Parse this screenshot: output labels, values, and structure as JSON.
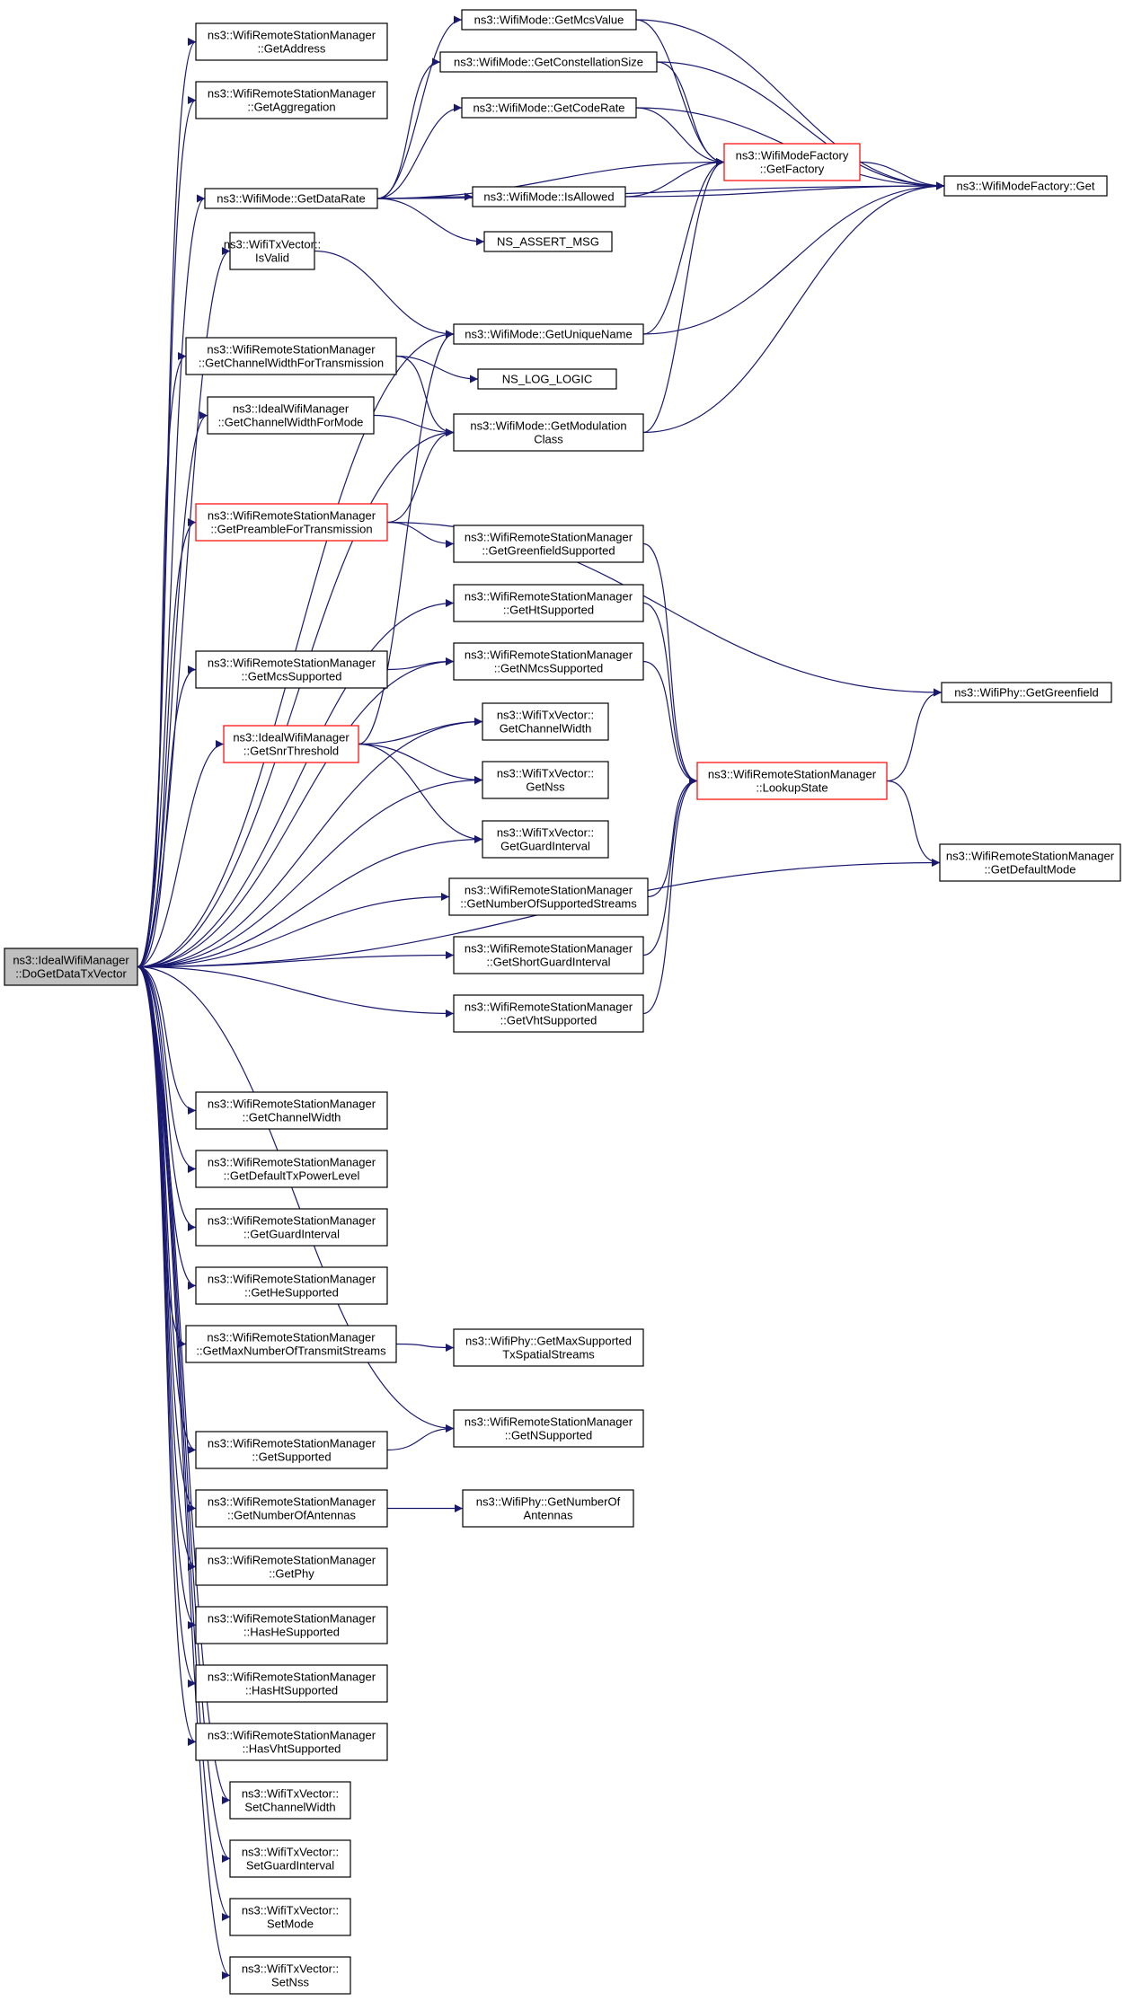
{
  "diagram": {
    "type": "call-graph",
    "colors": {
      "edge": "#191970",
      "box_border": "#000000",
      "box_border_highlight": "#ff0000",
      "root_fill": "#bfbfbf",
      "box_fill": "#ffffff"
    },
    "nodes": [
      {
        "id": "root",
        "lines": [
          "ns3::IdealWifiManager",
          "::DoGetDataTxVector"
        ],
        "style": "root"
      },
      {
        "id": "getaddress",
        "lines": [
          "ns3::WifiRemoteStationManager",
          "::GetAddress"
        ]
      },
      {
        "id": "getaggregation",
        "lines": [
          "ns3::WifiRemoteStationManager",
          "::GetAggregation"
        ]
      },
      {
        "id": "getdatarate",
        "lines": [
          "ns3::WifiMode::GetDataRate"
        ]
      },
      {
        "id": "isvalid",
        "lines": [
          "ns3::WifiTxVector::",
          "IsValid"
        ]
      },
      {
        "id": "getcwft",
        "lines": [
          "ns3::WifiRemoteStationManager",
          "::GetChannelWidthForTransmission"
        ]
      },
      {
        "id": "idealgetcwfm",
        "lines": [
          "ns3::IdealWifiManager",
          "::GetChannelWidthForMode"
        ]
      },
      {
        "id": "getpft",
        "lines": [
          "ns3::WifiRemoteStationManager",
          "::GetPreambleForTransmission"
        ],
        "style": "highlight"
      },
      {
        "id": "getmcssupported",
        "lines": [
          "ns3::WifiRemoteStationManager",
          "::GetMcsSupported"
        ]
      },
      {
        "id": "getsnrthreshold",
        "lines": [
          "ns3::IdealWifiManager",
          "::GetSnrThreshold"
        ],
        "style": "highlight"
      },
      {
        "id": "getmcsvalue",
        "lines": [
          "ns3::WifiMode::GetMcsValue"
        ]
      },
      {
        "id": "getconstsize",
        "lines": [
          "ns3::WifiMode::GetConstellationSize"
        ]
      },
      {
        "id": "getcoderate",
        "lines": [
          "ns3::WifiMode::GetCodeRate"
        ]
      },
      {
        "id": "isallowed",
        "lines": [
          "ns3::WifiMode::IsAllowed"
        ]
      },
      {
        "id": "nsassert",
        "lines": [
          "NS_ASSERT_MSG"
        ]
      },
      {
        "id": "getuniquename",
        "lines": [
          "ns3::WifiMode::GetUniqueName"
        ]
      },
      {
        "id": "nsloglogic",
        "lines": [
          "NS_LOG_LOGIC"
        ]
      },
      {
        "id": "getmodclass",
        "lines": [
          "ns3::WifiMode::GetModulation",
          "Class"
        ]
      },
      {
        "id": "getgfsupported",
        "lines": [
          "ns3::WifiRemoteStationManager",
          "::GetGreenfieldSupported"
        ]
      },
      {
        "id": "gethtsupported",
        "lines": [
          "ns3::WifiRemoteStationManager",
          "::GetHtSupported"
        ]
      },
      {
        "id": "getnmcssupported",
        "lines": [
          "ns3::WifiRemoteStationManager",
          "::GetNMcsSupported"
        ]
      },
      {
        "id": "txgetcw",
        "lines": [
          "ns3::WifiTxVector::",
          "GetChannelWidth"
        ]
      },
      {
        "id": "txgetnss",
        "lines": [
          "ns3::WifiTxVector::",
          "GetNss"
        ]
      },
      {
        "id": "txgetgi",
        "lines": [
          "ns3::WifiTxVector::",
          "GetGuardInterval"
        ]
      },
      {
        "id": "getnumss",
        "lines": [
          "ns3::WifiRemoteStationManager",
          "::GetNumberOfSupportedStreams"
        ]
      },
      {
        "id": "getsgi",
        "lines": [
          "ns3::WifiRemoteStationManager",
          "::GetShortGuardInterval"
        ]
      },
      {
        "id": "getvhtsupported",
        "lines": [
          "ns3::WifiRemoteStationManager",
          "::GetVhtSupported"
        ]
      },
      {
        "id": "getfactory",
        "lines": [
          "ns3::WifiModeFactory",
          "::GetFactory"
        ],
        "style": "highlight"
      },
      {
        "id": "factoryget",
        "lines": [
          "ns3::WifiModeFactory::Get"
        ]
      },
      {
        "id": "lookupstate",
        "lines": [
          "ns3::WifiRemoteStationManager",
          "::LookupState"
        ],
        "style": "highlight"
      },
      {
        "id": "phygreenfield",
        "lines": [
          "ns3::WifiPhy::GetGreenfield"
        ]
      },
      {
        "id": "getdefaultmode",
        "lines": [
          "ns3::WifiRemoteStationManager",
          "::GetDefaultMode"
        ]
      },
      {
        "id": "getcw",
        "lines": [
          "ns3::WifiRemoteStationManager",
          "::GetChannelWidth"
        ]
      },
      {
        "id": "getdeftxpl",
        "lines": [
          "ns3::WifiRemoteStationManager",
          "::GetDefaultTxPowerLevel"
        ]
      },
      {
        "id": "getgi",
        "lines": [
          "ns3::WifiRemoteStationManager",
          "::GetGuardInterval"
        ]
      },
      {
        "id": "gethesupported",
        "lines": [
          "ns3::WifiRemoteStationManager",
          "::GetHeSupported"
        ]
      },
      {
        "id": "getmaxnts",
        "lines": [
          "ns3::WifiRemoteStationManager",
          "::GetMaxNumberOfTransmitStreams"
        ]
      },
      {
        "id": "phygetmaxsts",
        "lines": [
          "ns3::WifiPhy::GetMaxSupported",
          "TxSpatialStreams"
        ]
      },
      {
        "id": "getnsupported",
        "lines": [
          "ns3::WifiRemoteStationManager",
          "::GetNSupported"
        ]
      },
      {
        "id": "getsupported",
        "lines": [
          "ns3::WifiRemoteStationManager",
          "::GetSupported"
        ]
      },
      {
        "id": "getnumant",
        "lines": [
          "ns3::WifiRemoteStationManager",
          "::GetNumberOfAntennas"
        ]
      },
      {
        "id": "phygetnumant",
        "lines": [
          "ns3::WifiPhy::GetNumberOf",
          "Antennas"
        ]
      },
      {
        "id": "getphy",
        "lines": [
          "ns3::WifiRemoteStationManager",
          "::GetPhy"
        ]
      },
      {
        "id": "hashesupported",
        "lines": [
          "ns3::WifiRemoteStationManager",
          "::HasHeSupported"
        ]
      },
      {
        "id": "hashtsupported",
        "lines": [
          "ns3::WifiRemoteStationManager",
          "::HasHtSupported"
        ]
      },
      {
        "id": "hasvhtsupported",
        "lines": [
          "ns3::WifiRemoteStationManager",
          "::HasVhtSupported"
        ]
      },
      {
        "id": "setcw",
        "lines": [
          "ns3::WifiTxVector::",
          "SetChannelWidth"
        ]
      },
      {
        "id": "setgi",
        "lines": [
          "ns3::WifiTxVector::",
          "SetGuardInterval"
        ]
      },
      {
        "id": "setmode",
        "lines": [
          "ns3::WifiTxVector::",
          "SetMode"
        ]
      },
      {
        "id": "setnss",
        "lines": [
          "ns3::WifiTxVector::",
          "SetNss"
        ]
      }
    ],
    "edges": [
      [
        "root",
        "getaddress"
      ],
      [
        "root",
        "getaggregation"
      ],
      [
        "root",
        "getdatarate"
      ],
      [
        "root",
        "isvalid"
      ],
      [
        "root",
        "getuniquename"
      ],
      [
        "root",
        "getcwft"
      ],
      [
        "root",
        "idealgetcwfm"
      ],
      [
        "root",
        "getmodclass"
      ],
      [
        "root",
        "getpft"
      ],
      [
        "root",
        "gethtsupported"
      ],
      [
        "root",
        "getnmcssupported"
      ],
      [
        "root",
        "getmcssupported"
      ],
      [
        "root",
        "txgetcw"
      ],
      [
        "root",
        "getsnrthreshold"
      ],
      [
        "root",
        "txgetnss"
      ],
      [
        "root",
        "txgetgi"
      ],
      [
        "root",
        "getnumss"
      ],
      [
        "root",
        "getsgi"
      ],
      [
        "root",
        "getvhtsupported"
      ],
      [
        "root",
        "getdefaultmode"
      ],
      [
        "root",
        "getcw"
      ],
      [
        "root",
        "getdeftxpl"
      ],
      [
        "root",
        "getgi"
      ],
      [
        "root",
        "gethesupported"
      ],
      [
        "root",
        "getmaxnts"
      ],
      [
        "root",
        "getnsupported"
      ],
      [
        "root",
        "getsupported"
      ],
      [
        "root",
        "getnumant"
      ],
      [
        "root",
        "getphy"
      ],
      [
        "root",
        "hashesupported"
      ],
      [
        "root",
        "hashtsupported"
      ],
      [
        "root",
        "hasvhtsupported"
      ],
      [
        "root",
        "setcw"
      ],
      [
        "root",
        "setgi"
      ],
      [
        "root",
        "setmode"
      ],
      [
        "root",
        "setnss"
      ],
      [
        "getdatarate",
        "getmcsvalue"
      ],
      [
        "getdatarate",
        "getconstsize"
      ],
      [
        "getdatarate",
        "getcoderate"
      ],
      [
        "getdatarate",
        "getfactory"
      ],
      [
        "getdatarate",
        "isallowed"
      ],
      [
        "getdatarate",
        "nsassert"
      ],
      [
        "getdatarate",
        "factoryget"
      ],
      [
        "getmcsvalue",
        "getfactory"
      ],
      [
        "getmcsvalue",
        "factoryget"
      ],
      [
        "getconstsize",
        "getfactory"
      ],
      [
        "getconstsize",
        "factoryget"
      ],
      [
        "getcoderate",
        "getfactory"
      ],
      [
        "getcoderate",
        "factoryget"
      ],
      [
        "isallowed",
        "getfactory"
      ],
      [
        "isallowed",
        "factoryget"
      ],
      [
        "getfactory",
        "factoryget"
      ],
      [
        "isvalid",
        "getuniquename"
      ],
      [
        "getuniquename",
        "getfactory"
      ],
      [
        "getuniquename",
        "factoryget"
      ],
      [
        "getcwft",
        "nsloglogic"
      ],
      [
        "getcwft",
        "getmodclass"
      ],
      [
        "idealgetcwfm",
        "getmodclass"
      ],
      [
        "getmodclass",
        "getfactory"
      ],
      [
        "getmodclass",
        "factoryget"
      ],
      [
        "getpft",
        "getmodclass"
      ],
      [
        "getpft",
        "getgfsupported"
      ],
      [
        "getpft",
        "phygreenfield"
      ],
      [
        "getgfsupported",
        "lookupstate"
      ],
      [
        "gethtsupported",
        "lookupstate"
      ],
      [
        "getnmcssupported",
        "lookupstate"
      ],
      [
        "getmcssupported",
        "getnmcssupported"
      ],
      [
        "getsnrthreshold",
        "getuniquename"
      ],
      [
        "getsnrthreshold",
        "txgetcw"
      ],
      [
        "getsnrthreshold",
        "txgetnss"
      ],
      [
        "getsnrthreshold",
        "txgetgi"
      ],
      [
        "getnumss",
        "lookupstate"
      ],
      [
        "getsgi",
        "lookupstate"
      ],
      [
        "getvhtsupported",
        "lookupstate"
      ],
      [
        "lookupstate",
        "phygreenfield"
      ],
      [
        "lookupstate",
        "getdefaultmode"
      ],
      [
        "getmaxnts",
        "phygetmaxsts"
      ],
      [
        "getsupported",
        "getnsupported"
      ],
      [
        "getnumant",
        "phygetnumant"
      ]
    ]
  }
}
